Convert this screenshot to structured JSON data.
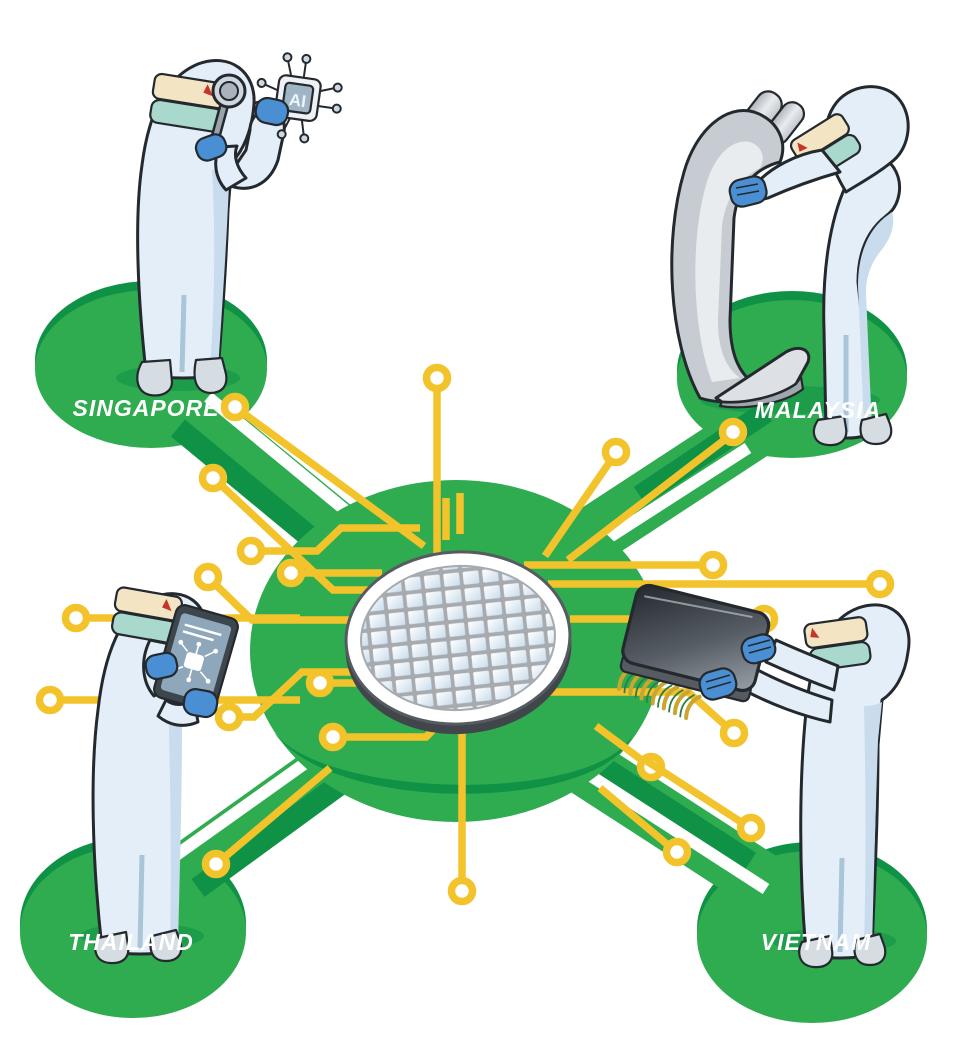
{
  "illustration": {
    "countries": {
      "singapore": {
        "label": "SINGAPORE"
      },
      "malaysia": {
        "label": "MALAYSIA"
      },
      "thailand": {
        "label": "THAILAND"
      },
      "vietnam": {
        "label": "VIETNAM"
      }
    },
    "ai_chip": {
      "label": "AI"
    },
    "colors": {
      "pad_green": "#2fab50",
      "pad_green_dark": "#0f9146",
      "trace_yellow": "#f3c32b",
      "suit_blue_white": "#e3eef8",
      "glove_blue": "#4a8fd3",
      "mask_teal": "#a9d8cd",
      "visor_cream": "#f3e5c3",
      "wafer_gray": "#a7abb0",
      "die_light_blue": "#dce9f3",
      "machine_gray": "#c7ccd2",
      "ic_chip_dark": "#3a4045"
    }
  }
}
